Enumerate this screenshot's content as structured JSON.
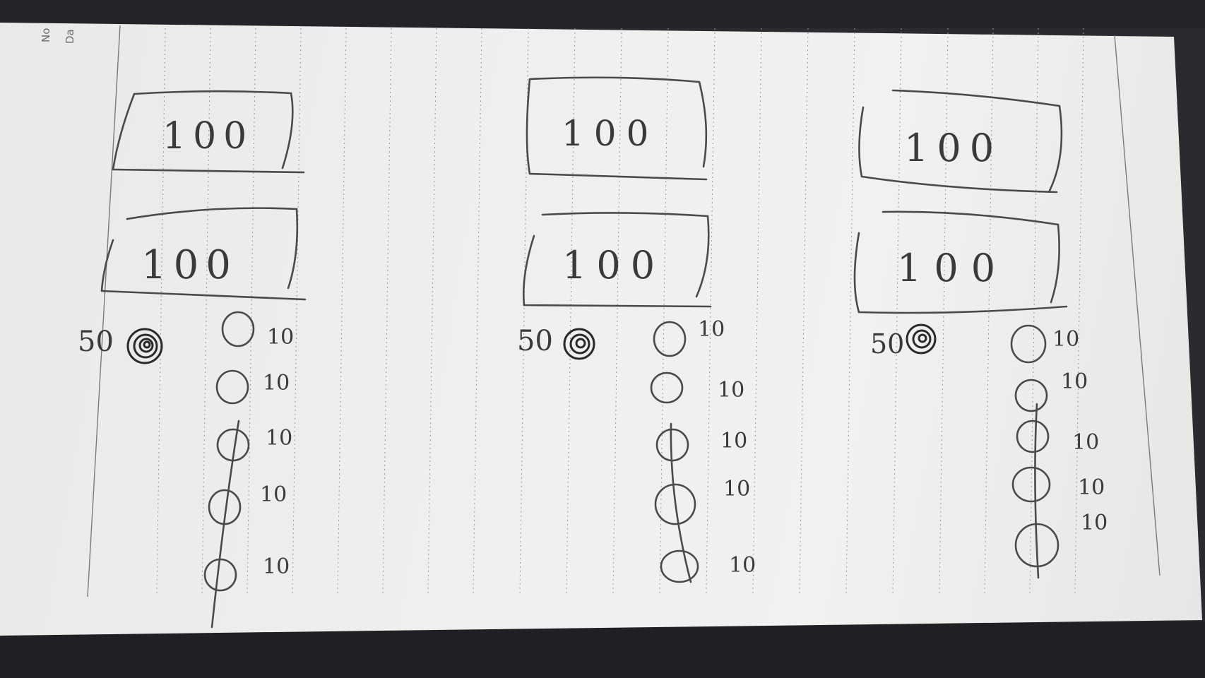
{
  "header": {
    "no_label": "No",
    "date_label": "Da"
  },
  "groups": [
    {
      "boxes": [
        "100",
        "100"
      ],
      "filled_coin_label": "50",
      "coins": [
        "10",
        "10",
        "10",
        "10",
        "10"
      ]
    },
    {
      "boxes": [
        "100",
        "100"
      ],
      "filled_coin_label": "50",
      "coins": [
        "10",
        "10",
        "10",
        "10",
        "10"
      ]
    },
    {
      "boxes": [
        "100",
        "100"
      ],
      "filled_coin_label": "50",
      "coins": [
        "10",
        "10",
        "10",
        "10",
        "10"
      ]
    }
  ]
}
